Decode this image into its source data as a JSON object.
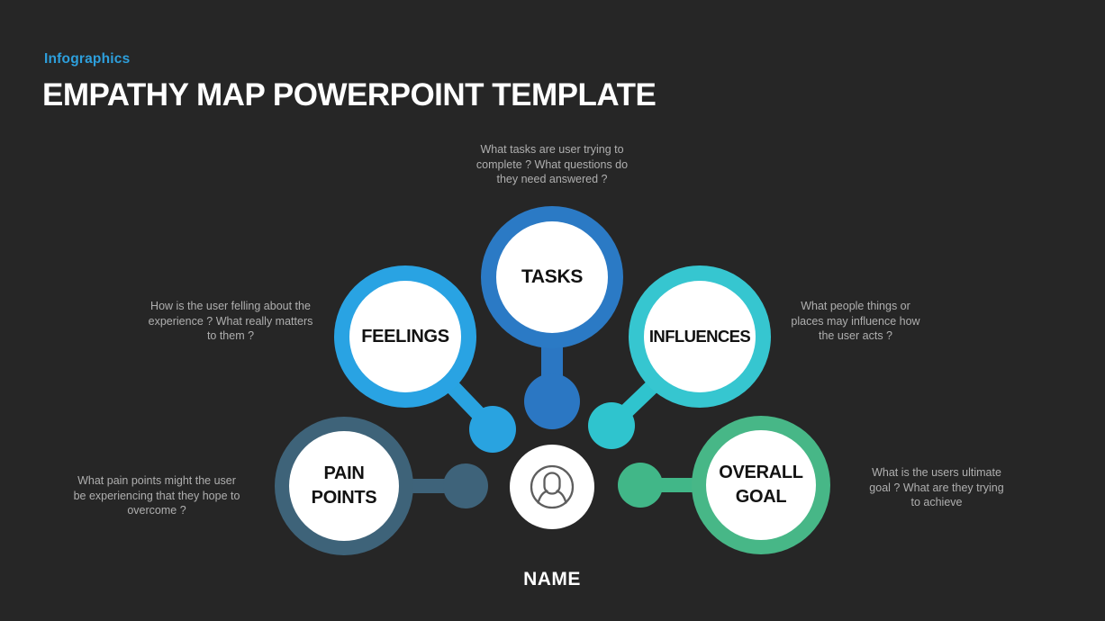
{
  "page": {
    "background": "#262626"
  },
  "header": {
    "eyebrow": "Infographics",
    "eyebrow_color": "#2D9FDC",
    "title": "EMPATHY MAP POWERPOINT TEMPLATE"
  },
  "center": {
    "label": "NAME",
    "icon": "user-avatar-icon",
    "icon_color": "#5E5E5E",
    "circle_color": "#FFFFFF"
  },
  "nodes": [
    {
      "id": "tasks",
      "label": "TASKS",
      "color": "#2B7AC5",
      "connector_color": "#2B77C3",
      "note": "What tasks are user trying to\ncomplete ? What questions do\nthey need answered ?"
    },
    {
      "id": "feelings",
      "label": "FEELINGS",
      "color": "#29A3E3",
      "connector_color": "#29A3E0",
      "note": "How is the user felling about the\nexperience ? What really matters\nto them ?"
    },
    {
      "id": "influences",
      "label": "INFLUENCES",
      "color": "#36C6D0",
      "connector_color": "#2FC4CE",
      "note": "What people things or\nplaces may influence how\nthe user acts ?"
    },
    {
      "id": "pain_points",
      "label": "PAIN\nPOINTS",
      "color": "#3E6379",
      "connector_color": "#3E637A",
      "note": "What pain points might the user\nbe experiencing that they hope to\novercome ?"
    },
    {
      "id": "overall_goal",
      "label": "OVERALL\nGOAL",
      "color": "#47B787",
      "connector_color": "#41B788",
      "note": "What is the users ultimate\ngoal ? What are they trying\nto achieve"
    }
  ],
  "note_text_color": "#AFAFAF"
}
